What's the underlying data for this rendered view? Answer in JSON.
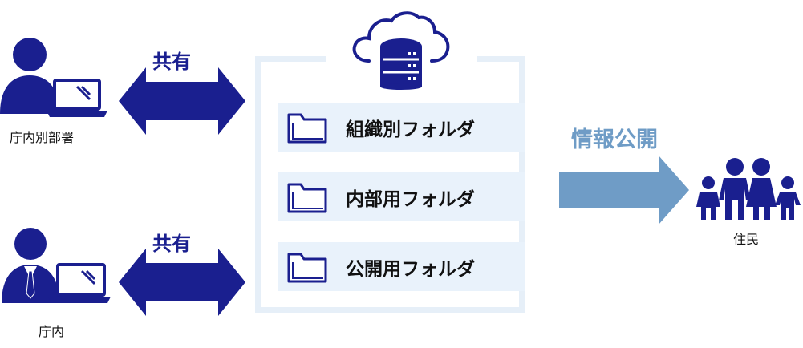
{
  "left": {
    "top_group": {
      "label": "庁内別部署"
    },
    "bottom_group": {
      "label": "庁内"
    },
    "share_top": "共有",
    "share_bottom": "共有"
  },
  "storage": {
    "icon": "cloud-database-icon",
    "folders": [
      {
        "label": "組織別フォルダ",
        "icon": "folder-icon"
      },
      {
        "label": "内部用フォルダ",
        "icon": "folder-icon"
      },
      {
        "label": "公開用フォルダ",
        "icon": "folder-icon"
      }
    ]
  },
  "public": {
    "label": "情報公開"
  },
  "residents": {
    "label": "住民",
    "icon": "family-icon"
  },
  "colors": {
    "navy": "#1a1f8f",
    "light_blue_arrow": "#6f9cc6",
    "panel_border": "#e6eff8",
    "folder_bg": "#e9f2fb"
  }
}
